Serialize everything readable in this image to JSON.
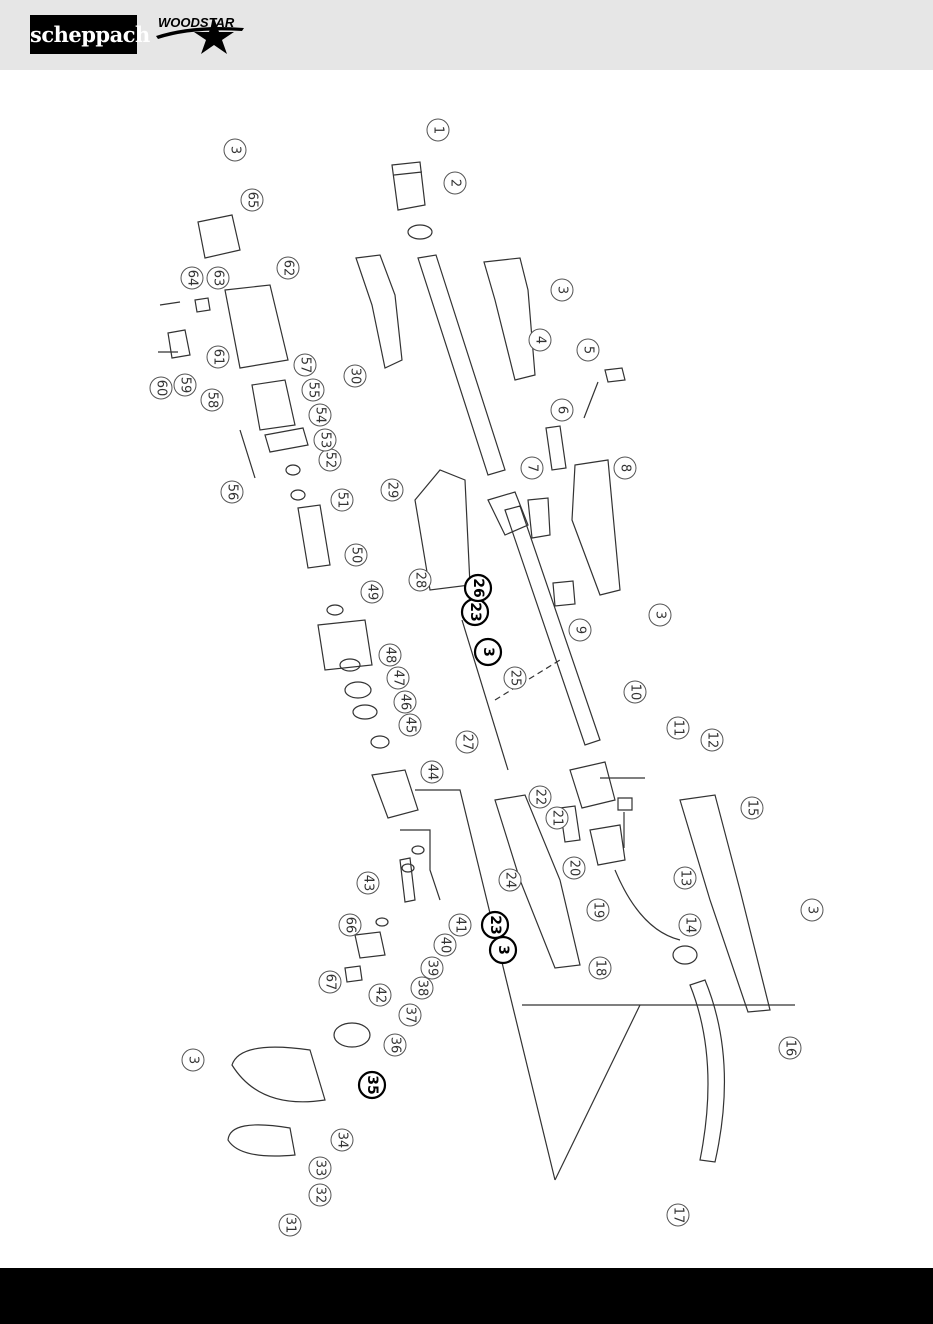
{
  "header": {
    "brand_logo": "scheppach",
    "sub_logo": "WOODSTAR"
  },
  "callouts": [
    {
      "id": "1",
      "bold": false
    },
    {
      "id": "2",
      "bold": false
    },
    {
      "id": "3",
      "bold": false
    },
    {
      "id": "4",
      "bold": false
    },
    {
      "id": "5",
      "bold": false
    },
    {
      "id": "6",
      "bold": false
    },
    {
      "id": "7",
      "bold": false
    },
    {
      "id": "8",
      "bold": false
    },
    {
      "id": "9",
      "bold": false
    },
    {
      "id": "10",
      "bold": false
    },
    {
      "id": "11",
      "bold": false
    },
    {
      "id": "12",
      "bold": false
    },
    {
      "id": "13",
      "bold": false
    },
    {
      "id": "14",
      "bold": false
    },
    {
      "id": "15",
      "bold": false
    },
    {
      "id": "16",
      "bold": false
    },
    {
      "id": "17",
      "bold": false
    },
    {
      "id": "18",
      "bold": false
    },
    {
      "id": "19",
      "bold": false
    },
    {
      "id": "20",
      "bold": false
    },
    {
      "id": "21",
      "bold": false
    },
    {
      "id": "22",
      "bold": false
    },
    {
      "id": "23",
      "bold": true
    },
    {
      "id": "24",
      "bold": false
    },
    {
      "id": "25",
      "bold": false
    },
    {
      "id": "26",
      "bold": true
    },
    {
      "id": "27",
      "bold": false
    },
    {
      "id": "28",
      "bold": false
    },
    {
      "id": "29",
      "bold": false
    },
    {
      "id": "30",
      "bold": false
    },
    {
      "id": "31",
      "bold": false
    },
    {
      "id": "32",
      "bold": false
    },
    {
      "id": "33",
      "bold": false
    },
    {
      "id": "34",
      "bold": false
    },
    {
      "id": "35",
      "bold": true
    },
    {
      "id": "36",
      "bold": false
    },
    {
      "id": "37",
      "bold": false
    },
    {
      "id": "38",
      "bold": false
    },
    {
      "id": "39",
      "bold": false
    },
    {
      "id": "40",
      "bold": false
    },
    {
      "id": "41",
      "bold": false
    },
    {
      "id": "42",
      "bold": false
    },
    {
      "id": "43",
      "bold": false
    },
    {
      "id": "44",
      "bold": false
    },
    {
      "id": "45",
      "bold": false
    },
    {
      "id": "46",
      "bold": false
    },
    {
      "id": "47",
      "bold": false
    },
    {
      "id": "48",
      "bold": false
    },
    {
      "id": "49",
      "bold": false
    },
    {
      "id": "50",
      "bold": false
    },
    {
      "id": "51",
      "bold": false
    },
    {
      "id": "52",
      "bold": false
    },
    {
      "id": "53",
      "bold": false
    },
    {
      "id": "54",
      "bold": false
    },
    {
      "id": "55",
      "bold": false
    },
    {
      "id": "56",
      "bold": false
    },
    {
      "id": "57",
      "bold": false
    },
    {
      "id": "58",
      "bold": false
    },
    {
      "id": "59",
      "bold": false
    },
    {
      "id": "60",
      "bold": false
    },
    {
      "id": "61",
      "bold": false
    },
    {
      "id": "62",
      "bold": false
    },
    {
      "id": "63",
      "bold": false
    },
    {
      "id": "64",
      "bold": false
    },
    {
      "id": "65",
      "bold": false
    },
    {
      "id": "66",
      "bold": false
    },
    {
      "id": "67",
      "bold": false
    }
  ],
  "colors": {
    "header_bg": "#e6e6e6",
    "footer_bg": "#000000",
    "line": "#333333"
  }
}
